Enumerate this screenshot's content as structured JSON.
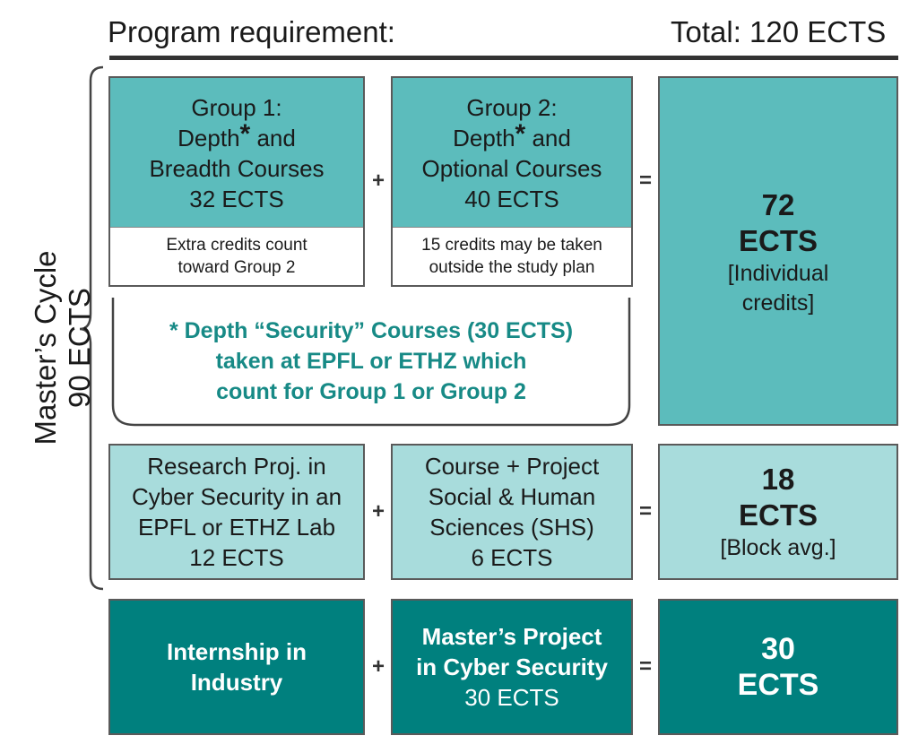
{
  "header": {
    "left": "Program requirement:",
    "right": "Total: 120 ECTS"
  },
  "side_label": {
    "line1": "Master’s Cycle",
    "line2": "90 ECTS"
  },
  "group1": {
    "title": "Group 1:",
    "depth": "Depth",
    "star": "*",
    "and": " and",
    "subtitle": "Breadth Courses",
    "ects": "32 ECTS",
    "note_line1": "Extra credits count",
    "note_line2": "toward Group 2"
  },
  "group2": {
    "title": "Group 2:",
    "depth": "Depth",
    "star": "*",
    "and": " and",
    "subtitle": "Optional Courses",
    "ects": "40 ECTS",
    "note_line1": "15 credits may be taken",
    "note_line2": "outside the study plan"
  },
  "total1": {
    "value": "72",
    "unit": "ECTS",
    "note_line1": "[Individual",
    "note_line2": "credits]"
  },
  "security_note": {
    "line1": "* Depth “Security” Courses (30 ECTS)",
    "line2": "taken at EPFL or ETHZ which",
    "line3": "count for Group 1 or Group 2"
  },
  "research": {
    "line1": "Research Proj. in",
    "line2": "Cyber Security in an",
    "line3": "EPFL or ETHZ Lab",
    "ects": "12 ECTS"
  },
  "shs": {
    "line1": "Course + Project",
    "line2": "Social & Human",
    "line3": "Sciences (SHS)",
    "ects": "6 ECTS"
  },
  "total2": {
    "value": "18",
    "unit": "ECTS",
    "note": "[Block avg.]"
  },
  "internship": {
    "line1": "Internship in",
    "line2": "Industry"
  },
  "masters_project": {
    "line1": "Master’s Project",
    "line2": "in Cyber Security",
    "ects": "30 ECTS"
  },
  "total3": {
    "value": "30",
    "unit": "ECTS"
  },
  "operators": {
    "plus": "+",
    "equals": "="
  },
  "colors": {
    "teal_mid": "#5cbcbc",
    "teal_light": "#a8dcdc",
    "teal_dark": "#00807e",
    "security_text": "#178a86"
  }
}
